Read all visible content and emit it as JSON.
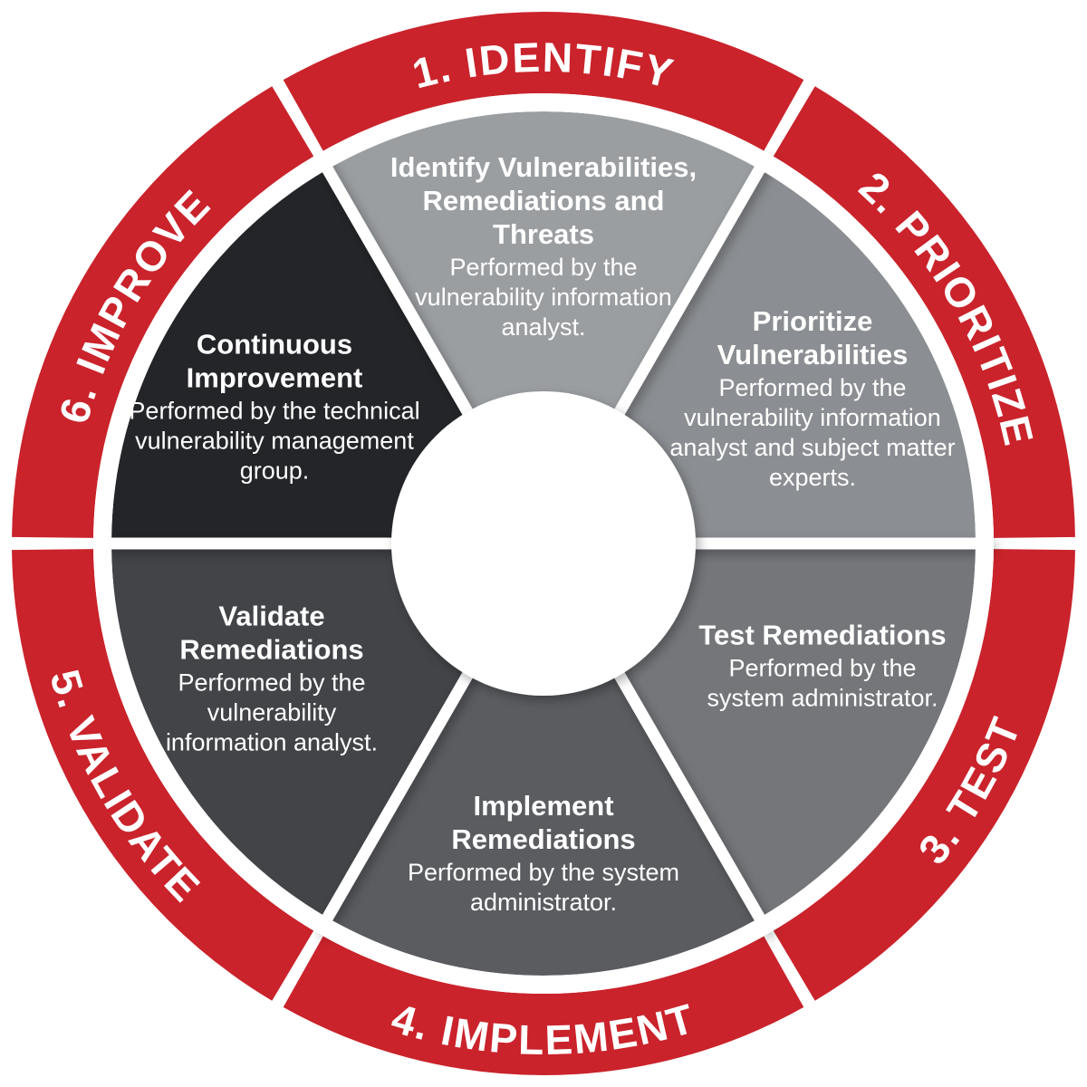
{
  "colors": {
    "ring_red": "#ca232b",
    "background": "#ffffff",
    "text_white": "#ffffff"
  },
  "ring": {
    "segments": [
      {
        "label": "1. IDENTIFY"
      },
      {
        "label": "2. PRIORITIZE"
      },
      {
        "label": "3. TEST"
      },
      {
        "label": "4. IMPLEMENT"
      },
      {
        "label": "5. VALIDATE"
      },
      {
        "label": "6. IMPROVE"
      }
    ]
  },
  "wedges": [
    {
      "id": "identify",
      "color": "#9b9ea1",
      "title_lines": [
        "Identify Vulnerabilities,",
        "Remediations and",
        "Threats"
      ],
      "body_lines": [
        "Performed by the",
        "vulnerability information",
        "analyst."
      ]
    },
    {
      "id": "prioritize",
      "color": "#8b8e92",
      "title_lines": [
        "Prioritize",
        "Vulnerabilities"
      ],
      "body_lines": [
        "Performed by the",
        "vulnerability information",
        "analyst and subject matter",
        "experts."
      ]
    },
    {
      "id": "test",
      "color": "#74767a",
      "title_lines": [
        "Test Remediations"
      ],
      "body_lines": [
        "Performed by the",
        "system administrator."
      ]
    },
    {
      "id": "implement",
      "color": "#5a5c60",
      "title_lines": [
        "Implement",
        "Remediations"
      ],
      "body_lines": [
        "Performed by the system",
        "administrator."
      ]
    },
    {
      "id": "validate",
      "color": "#424448",
      "title_lines": [
        "Validate",
        "Remediations"
      ],
      "body_lines": [
        "Performed by the",
        "vulnerability",
        "information analyst."
      ]
    },
    {
      "id": "improve",
      "color": "#232528",
      "title_lines": [
        "Continuous",
        "Improvement"
      ],
      "body_lines": [
        "Performed by the technical",
        "vulnerability management",
        "group."
      ]
    }
  ]
}
